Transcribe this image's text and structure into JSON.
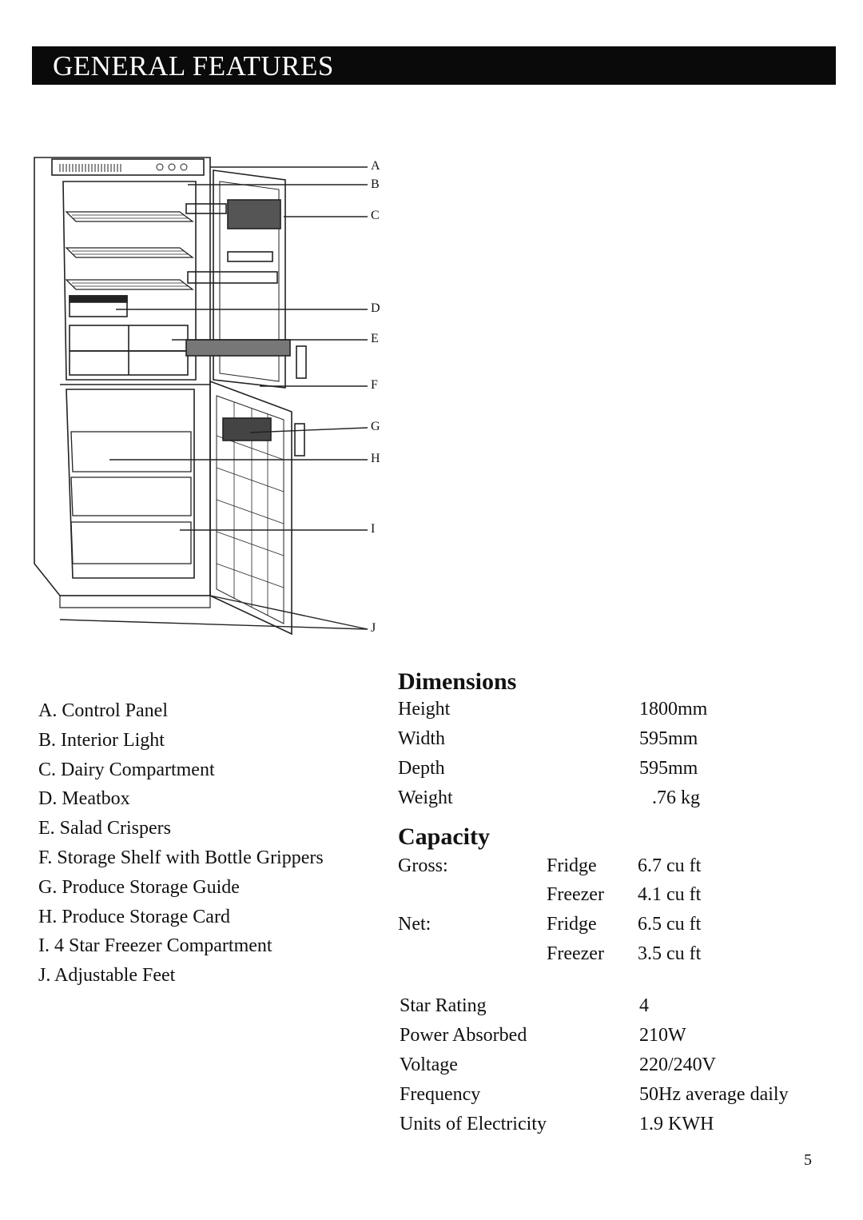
{
  "header": {
    "title": "GENERAL FEATURES"
  },
  "diagram": {
    "callout_letters": [
      "A",
      "B",
      "C",
      "D",
      "E",
      "F",
      "G",
      "H",
      "I",
      "J"
    ]
  },
  "legend": [
    "A. Control Panel",
    "B. Interior Light",
    "C. Dairy Compartment",
    "D. Meatbox",
    "E. Salad Crispers",
    "F. Storage Shelf with Bottle Grippers",
    "G. Produce Storage Guide",
    "H. Produce Storage Card",
    "I. 4 Star Freezer Compartment",
    "J. Adjustable Feet"
  ],
  "dimensions": {
    "heading": "Dimensions",
    "rows": [
      {
        "label": "Height",
        "value": "1800mm"
      },
      {
        "label": "Width",
        "value": "595mm"
      },
      {
        "label": "Depth",
        "value": "595mm"
      },
      {
        "label": "Weight",
        "value": ".76 kg"
      }
    ]
  },
  "capacity": {
    "heading": "Capacity",
    "rows": [
      {
        "group": "Gross:",
        "type": "Fridge",
        "value": "6.7 cu ft"
      },
      {
        "group": "",
        "type": "Freezer",
        "value": "4.1 cu ft"
      },
      {
        "group": "Net:",
        "type": "Fridge",
        "value": "6.5 cu ft"
      },
      {
        "group": "",
        "type": "Freezer",
        "value": "3.5 cu ft"
      }
    ]
  },
  "specs": [
    {
      "label": "Star Rating",
      "value": "4"
    },
    {
      "label": "Power Absorbed",
      "value": "210W"
    },
    {
      "label": "Voltage",
      "value": "220/240V"
    },
    {
      "label": "Frequency",
      "value": "50Hz average daily"
    },
    {
      "label": "Units of Electricity",
      "value": "1.9 KWH"
    }
  ],
  "page_number": "5"
}
